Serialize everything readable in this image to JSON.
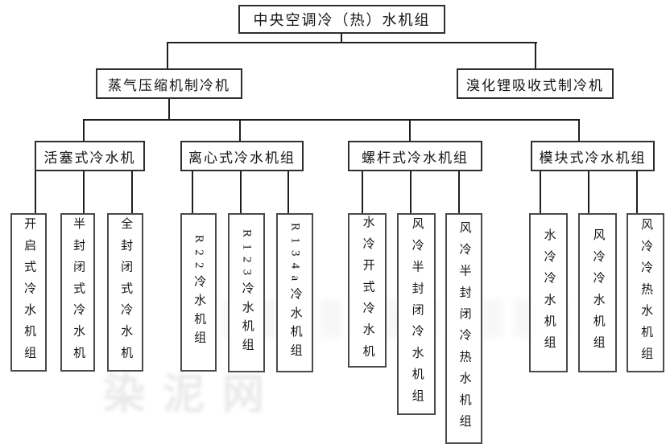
{
  "tree": {
    "root": {
      "label": "中央空调冷（热）水机组"
    },
    "branches": [
      {
        "label": "蒸气压缩机制冷机"
      },
      {
        "label": "溴化锂吸收式制冷机"
      }
    ],
    "categories": [
      {
        "label": "活塞式冷水机",
        "children": [
          "开启式冷水机组",
          "半封闭式冷水机",
          "全封闭式冷水机"
        ]
      },
      {
        "label": "离心式冷水机组",
        "children": [
          "R22冷水机组",
          "R123冷水机组",
          "R134a冷水机组"
        ]
      },
      {
        "label": "螺杆式冷水机组",
        "children": [
          "水冷开式冷水机",
          "风冷半封闭冷水机组",
          "风冷半封闭冷热水机组"
        ]
      },
      {
        "label": "模块式冷水机组",
        "children": [
          "水冷冷水机组",
          "风冷冷水机组",
          "风冷冷热水机组"
        ]
      }
    ]
  },
  "watermark": {
    "text": "染泥网"
  },
  "colors": {
    "line": "#1f1f1f",
    "box_border": "#2e2e2e",
    "text": "#141414",
    "background": "#ffffff"
  }
}
